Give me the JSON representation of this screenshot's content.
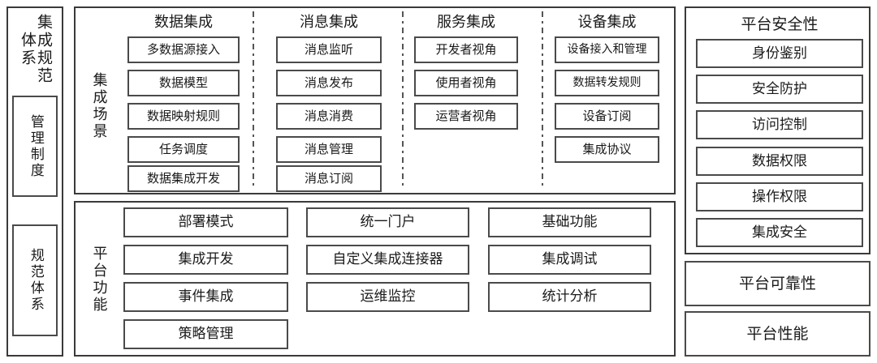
{
  "diagram": {
    "title_hidden": "",
    "left_panel": {
      "heading": "集成规范体系",
      "boxes": [
        {
          "label": "管理制度"
        },
        {
          "label": "规范体系"
        }
      ]
    },
    "scenario_panel": {
      "side_label": "集成场景",
      "columns": [
        {
          "header": "数据集成",
          "items": [
            "多数据源接入",
            "数据模型",
            "数据映射规则",
            "任务调度",
            "数据集成开发"
          ]
        },
        {
          "header": "消息集成",
          "items": [
            "消息监听",
            "消息发布",
            "消息消费",
            "消息管理",
            "消息订阅"
          ]
        },
        {
          "header": "服务集成",
          "items": [
            "开发者视角",
            "使用者视角",
            "运营者视角"
          ]
        },
        {
          "header": "设备集成",
          "items": [
            "设备接入和管理",
            "数据转发规则",
            "设备订阅",
            "集成协议"
          ]
        }
      ]
    },
    "function_panel": {
      "side_label": "平台功能",
      "columns": [
        {
          "items": [
            "部署模式",
            "集成开发",
            "事件集成",
            "策略管理"
          ]
        },
        {
          "items": [
            "统一门户",
            "自定义集成连接器",
            "运维监控"
          ]
        },
        {
          "items": [
            "基础功能",
            "集成调试",
            "统计分析"
          ]
        }
      ]
    },
    "right_panel": {
      "heading": "平台安全性",
      "items": [
        "身份鉴别",
        "安全防护",
        "访问控制",
        "数据权限",
        "操作权限",
        "集成安全"
      ]
    },
    "right_extra_boxes": [
      {
        "label": "平台可靠性"
      },
      {
        "label": "平台性能"
      }
    ],
    "colors": {
      "panel_border": "#3a3a3a",
      "box_border": "#4a4a4a",
      "background": "#ffffff",
      "text": "#1a1a1a",
      "divider": "#555555"
    }
  }
}
